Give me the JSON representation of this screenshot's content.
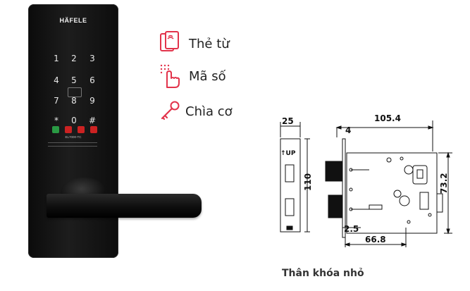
{
  "product": {
    "brand": "HÄFELE",
    "model": "EL7000-TC",
    "keypad": [
      "1",
      "2",
      "3",
      "4",
      "5",
      "6",
      "7",
      "8",
      "9",
      "*",
      "0",
      "#"
    ]
  },
  "features": [
    {
      "icon": "card-icon",
      "label": "Thẻ từ"
    },
    {
      "icon": "keypad-touch-icon",
      "label": "Mã số"
    },
    {
      "icon": "key-icon",
      "label": "Chìa cơ"
    }
  ],
  "accent_color": "#e2334b",
  "diagram": {
    "dims": {
      "faceplate_width": "25",
      "faceplate_height": "110",
      "backset_total": "105.4",
      "thickness": "4",
      "case_height": "73.2",
      "offset": "2.5",
      "case_width": "66.8"
    },
    "up_mark": "↑UP",
    "caption": "Thân khóa nhỏ"
  }
}
